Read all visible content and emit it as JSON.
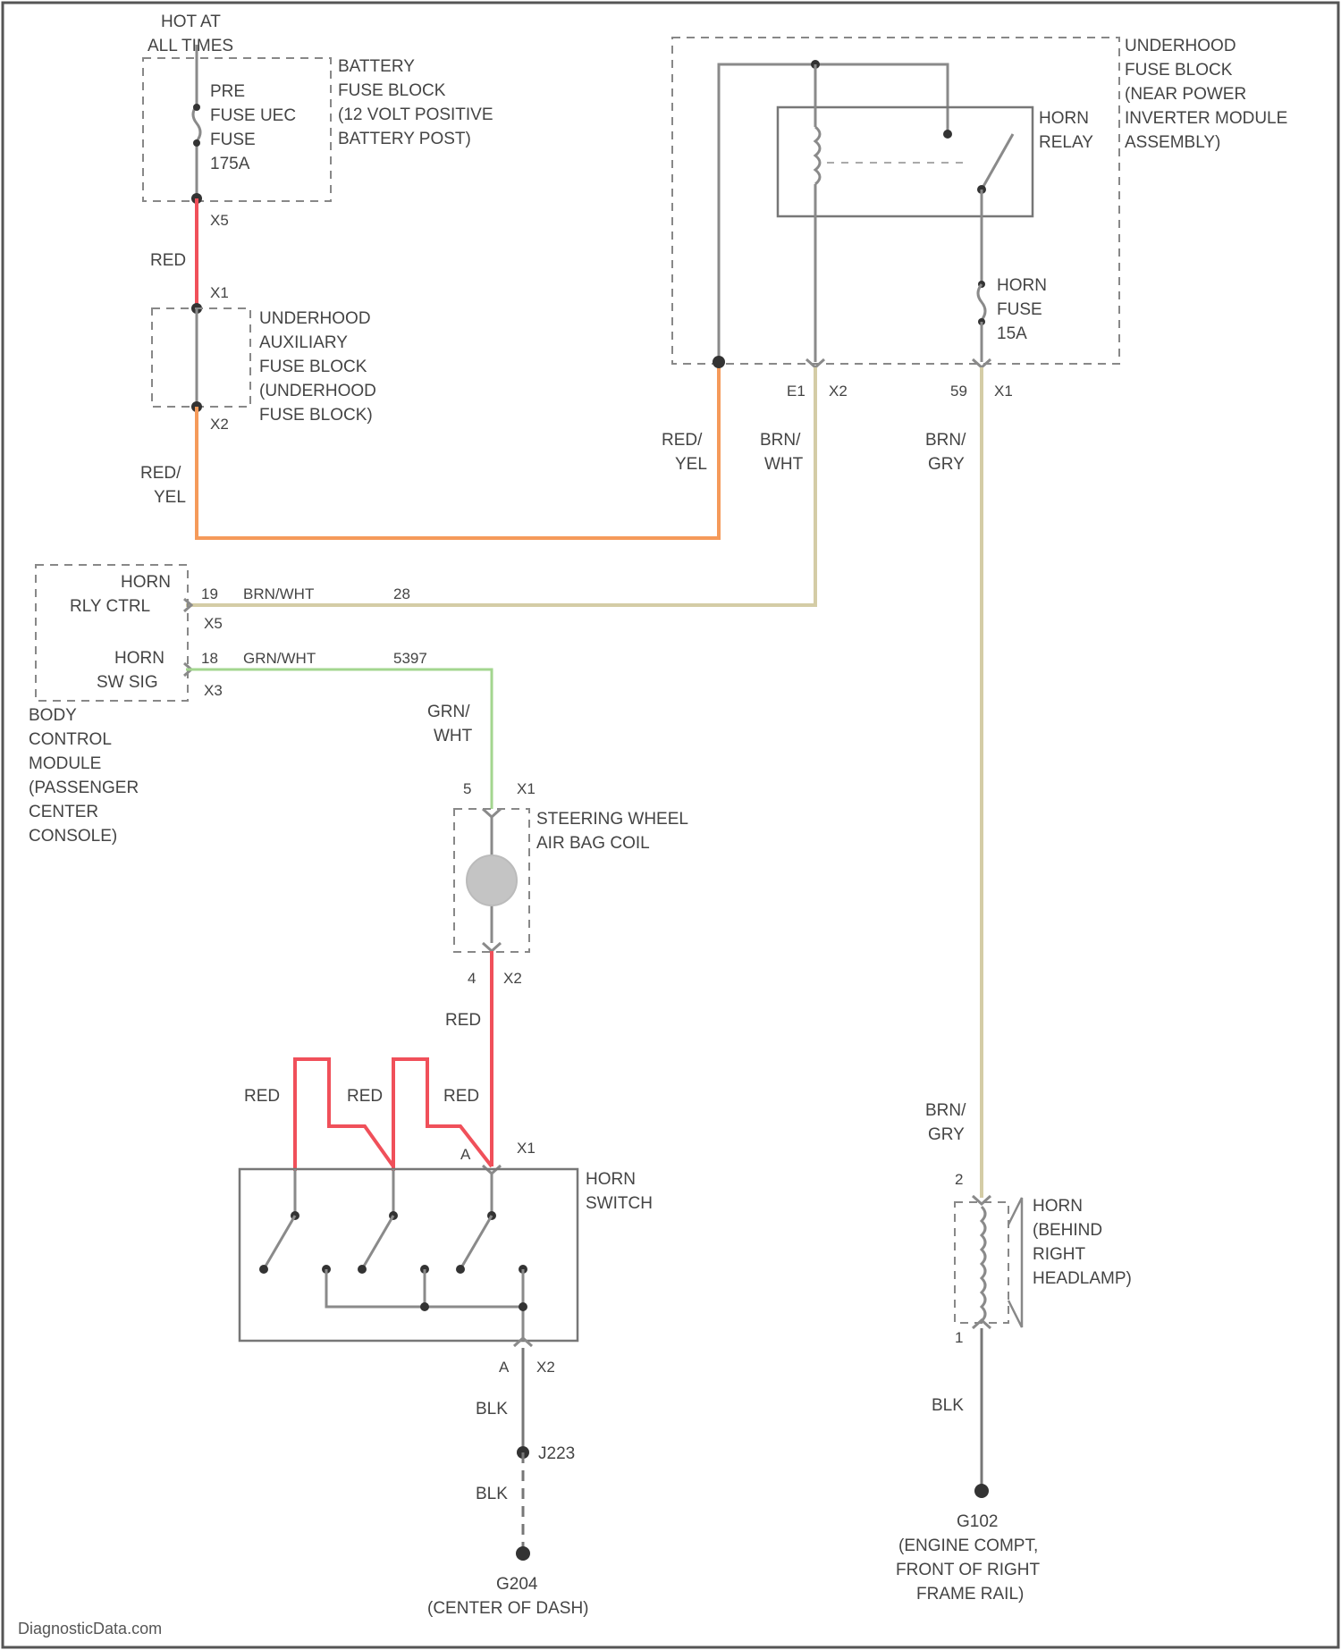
{
  "colors": {
    "red_wire": "#f0505a",
    "red_yel_wire": "#f59a5a",
    "brn_wht_wire": "#d4cca6",
    "grn_wht_wire": "#a3d68f",
    "blk_wire": "#777777"
  },
  "power": {
    "hot_line1": "HOT AT",
    "hot_line2": "ALL TIMES"
  },
  "battery_fuse_block": {
    "fuse": [
      "PRE",
      "FUSE UEC",
      "FUSE",
      "175A"
    ],
    "label": [
      "BATTERY",
      "FUSE BLOCK",
      "(12 VOLT POSITIVE",
      "BATTERY POST)"
    ],
    "pin": "X5"
  },
  "aux_fuse_block": {
    "label": [
      "UNDERHOOD",
      "AUXILIARY",
      "FUSE BLOCK",
      "(UNDERHOOD",
      "FUSE BLOCK)"
    ],
    "pin_top": "X1",
    "pin_bottom": "X2"
  },
  "underhood_fuse_block": {
    "label": [
      "UNDERHOOD",
      "FUSE BLOCK",
      "(NEAR POWER",
      "INVERTER MODULE",
      "ASSEMBLY)"
    ],
    "relay_label": [
      "HORN",
      "RELAY"
    ],
    "fuse_label": [
      "HORN",
      "FUSE",
      "15A"
    ],
    "pin_e1": "E1",
    "pin_x2": "X2",
    "pin_59": "59",
    "pin_x1": "X1"
  },
  "wires": {
    "red": "RED",
    "red_yel": [
      "RED/",
      "YEL"
    ],
    "brn_wht": [
      "BRN/",
      "WHT"
    ],
    "brn_gry": [
      "BRN/",
      "GRY"
    ],
    "grn_wht": [
      "GRN/",
      "WHT"
    ],
    "blk": "BLK"
  },
  "bcm": {
    "horn_rly_ctrl": [
      "HORN",
      "RLY CTRL"
    ],
    "horn_sw_sig": [
      "HORN",
      "SW SIG"
    ],
    "pin1_num": "19",
    "pin1_wire": "BRN/WHT",
    "pin1_circuit": "28",
    "pin1_conn": "X5",
    "pin2_num": "18",
    "pin2_wire": "GRN/WHT",
    "pin2_circuit": "5397",
    "pin2_conn": "X3",
    "label": [
      "BODY",
      "CONTROL",
      "MODULE",
      "(PASSENGER",
      "CENTER",
      "CONSOLE)"
    ]
  },
  "air_bag_coil": {
    "label": [
      "STEERING WHEEL",
      "AIR BAG COIL"
    ],
    "pin_top_num": "5",
    "pin_top_conn": "X1",
    "pin_bottom_num": "4",
    "pin_bottom_conn": "X2"
  },
  "horn_switch": {
    "label": [
      "HORN",
      "SWITCH"
    ],
    "pin_top_num": "A",
    "pin_top_conn": "X1",
    "pin_bottom_num": "A",
    "pin_bottom_conn": "X2"
  },
  "horn": {
    "label": [
      "HORN",
      "(BEHIND",
      "RIGHT",
      "HEADLAMP)"
    ],
    "pin_top": "2",
    "pin_bottom": "1"
  },
  "grounds": {
    "splice": "J223",
    "g204": [
      "G204",
      "(CENTER OF DASH)"
    ],
    "g102": [
      "G102",
      "(ENGINE COMPT,",
      "FRONT OF RIGHT",
      "FRAME RAIL)"
    ]
  },
  "watermark": "DiagnosticData.com"
}
